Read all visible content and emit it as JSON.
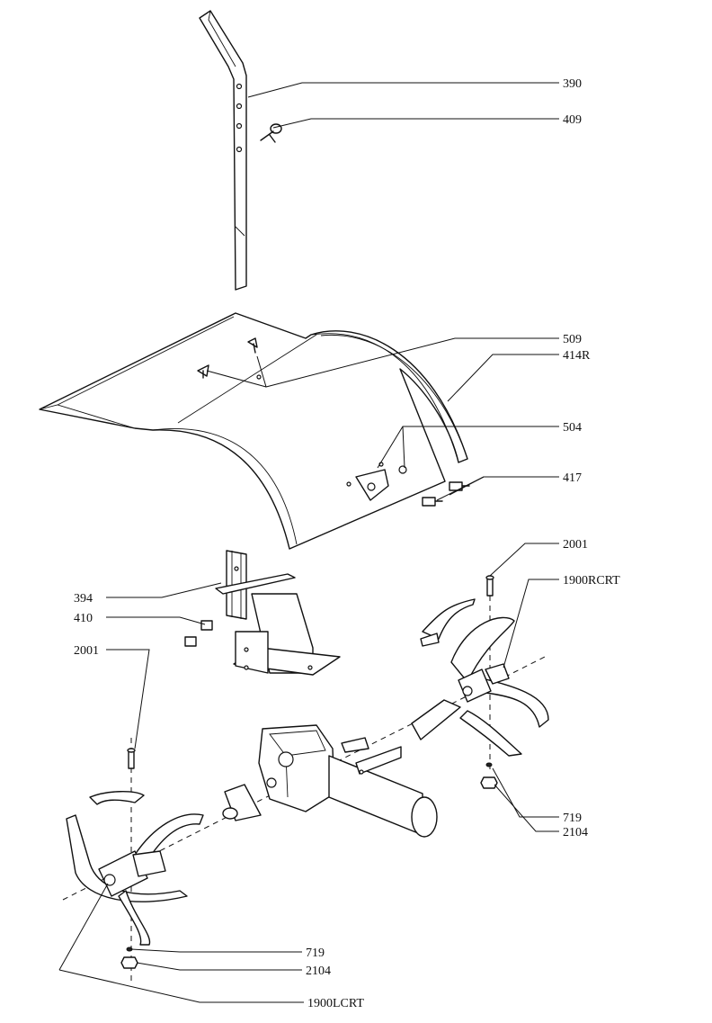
{
  "callouts": {
    "c390": "390",
    "c409": "409",
    "c509": "509",
    "c414r": "414R",
    "c504": "504",
    "c417": "417",
    "c2001_right": "2001",
    "c1900rcrt": "1900RCRT",
    "c394": "394",
    "c410": "410",
    "c2001_left": "2001",
    "c719_right": "719",
    "c2104_right": "2104",
    "c719_left": "719",
    "c2104_left": "2104",
    "c1900lcrt": "1900LCRT"
  }
}
